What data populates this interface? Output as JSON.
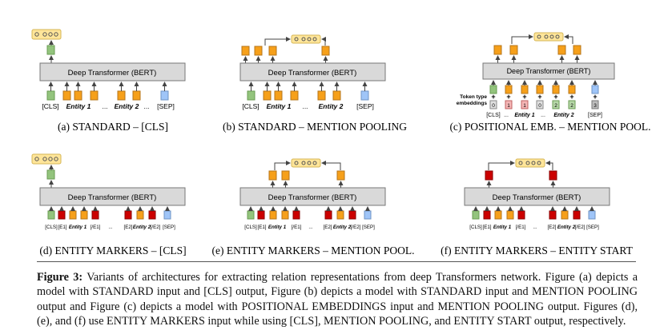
{
  "figure": {
    "transformer_label": "Deep Transformer (BERT)",
    "token_type_label_line1": "Token type",
    "token_type_label_line2": "embeddings",
    "panels": [
      {
        "caption": "(a) STANDARD – [CLS]",
        "tokens": [
          "[CLS]",
          "Entity 1",
          "...",
          "Entity 2",
          "...",
          "[SEP]"
        ]
      },
      {
        "caption": "(b) STANDARD – MENTION POOLING",
        "tokens": [
          "[CLS]",
          "Entity 1",
          "...",
          "Entity 2",
          "[SEP]"
        ]
      },
      {
        "caption": "(c) POSITIONAL EMB. – MENTION POOL.",
        "tokens": [
          "[CLS]",
          "...",
          "Entity 1",
          "...",
          "Entity 2",
          "[SEP]"
        ],
        "type_ids": [
          "0",
          "1",
          "1",
          "0",
          "2",
          "2",
          "3"
        ]
      },
      {
        "caption": "(d) ENTITY MARKERS – [CLS]",
        "tokens": [
          "[CLS]",
          "[E1]",
          "Entity 1",
          "[/E1]",
          "...",
          "[E2]",
          "Entity 2",
          "[/E2]",
          "[SEP]"
        ]
      },
      {
        "caption": "(e) ENTITY MARKERS – MENTION POOL.",
        "tokens": [
          "[CLS]",
          "[E1]",
          "Entity 1",
          "[/E1]",
          "...",
          "[E2]",
          "Entity 2",
          "[/E2]",
          "[SEP]"
        ]
      },
      {
        "caption": "(f) ENTITY MARKERS – ENTITY START",
        "tokens": [
          "[CLS]",
          "[E1]",
          "Entity 1",
          "[/E1]",
          "...",
          "[E2]",
          "Entity 2",
          "[/E2]",
          "[SEP]"
        ]
      }
    ],
    "colors": {
      "cls": "#93c47d",
      "entity": "#f6a01a",
      "marker": "#cc0000",
      "sep": "#9fc5f8",
      "output": "#ffe599",
      "transformer": "#d9d9d9"
    }
  },
  "caption": {
    "figure_label": "Figure 3:",
    "text": "Variants of architectures for extracting relation representations from deep Transformers network. Figure (a) depicts a model with STANDARD input and [CLS] output, Figure (b) depicts a model with STANDARD input and MENTION POOLING output and Figure (c) depicts a model with POSITIONAL EMBEDDINGS input and MENTION POOLING output. Figures (d), (e), and (f) use ENTITY MARKERS input while using [CLS], MENTION POOLING, and ENTITY START output, respectively."
  }
}
